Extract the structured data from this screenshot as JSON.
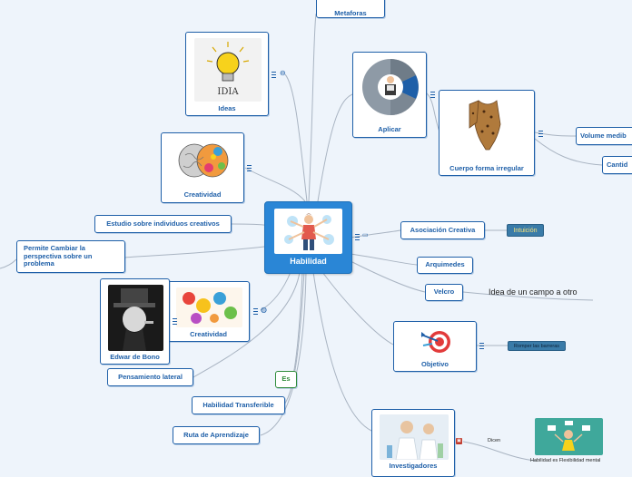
{
  "central": {
    "label": "Habilidad"
  },
  "nodes": {
    "metaforas": "Metaforas",
    "ideas": "Ideas",
    "ideas_thumb_text": "IDIA",
    "creatividad_top": "Creatividad",
    "estudio": "Estudio sobre individuos creativos",
    "permite": "Permite Cambiar la perspectiva sobre un problema",
    "creatividad_mid": "Creatividad",
    "edwar": "Edwar de Bono",
    "pensamiento": "Pensamiento lateral",
    "es": "Es",
    "transferible": "Habilidad Transferible",
    "ruta": "Ruta de Aprendizaje",
    "aplicar": "Aplicar",
    "cuerpo": "Cuerpo forma irregular",
    "volume": "Volume medib",
    "cantid": "Cantid",
    "asociacion": "Asociación Creativa",
    "intuicion": "Intuición",
    "arquimedes": "Arquimedes",
    "velcro": "Velcro",
    "idea_campo": "Idea de un campo a otro",
    "objetivo": "Objetivo",
    "romper": "Romper las barreras",
    "investigadores": "Investigadores",
    "dicen": "Dicen",
    "flex_caption": "Habilidad es Flexibilidad mental"
  },
  "colors": {
    "background": "#eef4fb",
    "node_border": "#1e5fa8",
    "central_fill": "#2a86d6",
    "link": "#a9b4c2",
    "tag_dark": "#3a7ba8",
    "es_border": "#2e8b3a"
  },
  "icons": [
    "menu-icon",
    "link-icon",
    "globe-icon",
    "note-icon",
    "pdf-icon"
  ]
}
